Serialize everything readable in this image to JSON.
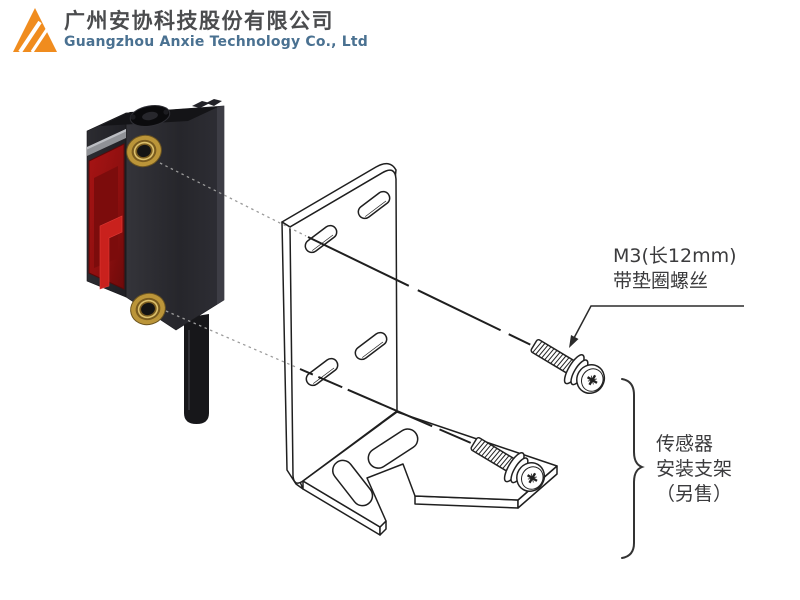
{
  "header": {
    "company_zh": "广州安协科技股份有限公司",
    "company_en": "Guangzhou Anxie Technology Co., Ltd"
  },
  "labels": {
    "screw_note_line1": "M3(长12mm)",
    "screw_note_line2": "带垫圈螺丝",
    "bracket_note_line1": "传感器",
    "bracket_note_line2": "安装支架",
    "bracket_note_line3": "（另售）"
  },
  "colors": {
    "logo_orange": "#F08C1E",
    "company_zh_text": "#4B4C4E",
    "company_en_text": "#4A7191",
    "annotation_text": "#3B3B3D",
    "sensor_body": "#28282D",
    "sensor_lens_red": "#A01212",
    "brass_insert": "#BB9539",
    "line_art_stroke": "#1F1F1F"
  },
  "diagram": {
    "parts": [
      "photoelectric-sensor",
      "l-shaped-mounting-bracket",
      "m3-screw-upper",
      "m3-screw-lower"
    ]
  }
}
